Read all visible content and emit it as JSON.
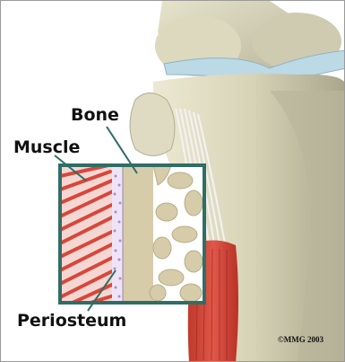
{
  "labels": {
    "bone": "Bone",
    "muscle": "Muscle",
    "periosteum": "Periosteum"
  },
  "copyright": "©MMG 2003",
  "colors": {
    "bone": "#d8d4b8",
    "bone_shadow": "#a9a68c",
    "cartilage": "#bcd9e6",
    "muscle": "#d9463a",
    "inset_border": "#2f6e66",
    "periosteum": "#b088d0",
    "leader_line": "#2f6e66"
  }
}
